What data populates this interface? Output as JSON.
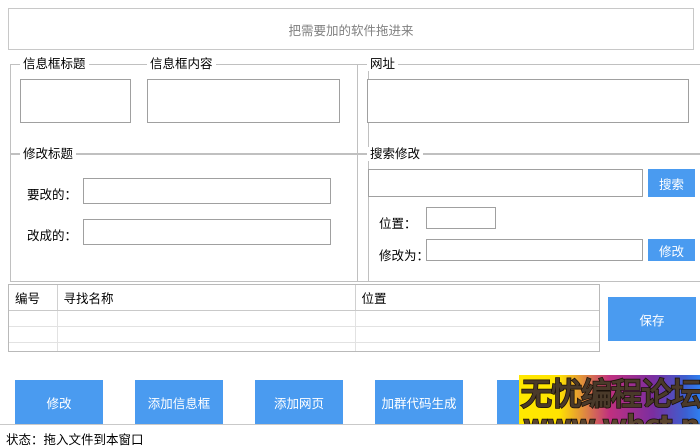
{
  "window": {
    "dropzone_text": "把需要加的软件拖进来"
  },
  "colors": {
    "accent_blue": "#4a9bf0",
    "border_gray": "#c0c0c0",
    "field_border": "#a0a0a0",
    "dropzone_text": "#808080"
  },
  "info_group": {
    "legend_title": "信息框标题",
    "legend_content": "信息框内容",
    "title_value": "",
    "title_placeholder": "",
    "content_value": "",
    "content_placeholder": ""
  },
  "url_group": {
    "legend": "网址",
    "value": "",
    "placeholder": ""
  },
  "modify_title_group": {
    "legend": "修改标题",
    "from_label": "要改的：",
    "from_value": "",
    "to_label": "改成的：",
    "to_value": ""
  },
  "search_group": {
    "legend": "搜索修改",
    "search_value": "",
    "search_button": "搜索",
    "position_label": "位置：",
    "position_value": "",
    "replace_label": "修改为：",
    "replace_value": "",
    "replace_button": "修改"
  },
  "table": {
    "columns": [
      "编号",
      "寻找名称",
      "位置"
    ],
    "rows": [
      [
        "",
        "",
        ""
      ],
      [
        "",
        "",
        ""
      ],
      [
        "",
        "",
        ""
      ]
    ]
  },
  "save_button": {
    "label": "保存"
  },
  "bottom_buttons": [
    {
      "label": "修改"
    },
    {
      "label": "添加信息框"
    },
    {
      "label": "添加网页"
    },
    {
      "label": "加群代码生成"
    },
    {
      "label": ""
    },
    {
      "label": ""
    }
  ],
  "statusbar": {
    "text": "状态：拖入文件到本窗口"
  },
  "watermark": {
    "line1": "无忧编程论坛",
    "line2": "www.whct.net"
  }
}
